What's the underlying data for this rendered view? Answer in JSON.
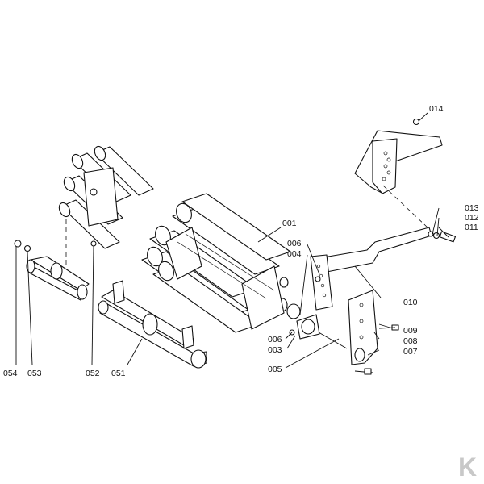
{
  "diagram": {
    "part_numbers": {
      "p001": "001",
      "p003": "003",
      "p004": "004",
      "p005": "005",
      "p006a": "006",
      "p006b": "006",
      "p007": "007",
      "p008": "008",
      "p009": "009",
      "p010": "010",
      "p011": "011",
      "p012": "012",
      "p013": "013",
      "p014": "014",
      "p051": "051",
      "p052": "052",
      "p053": "053",
      "p054": "054"
    },
    "logo_letter": "K",
    "colors": {
      "line": "#111111",
      "logo": "#c8c8c8"
    }
  }
}
